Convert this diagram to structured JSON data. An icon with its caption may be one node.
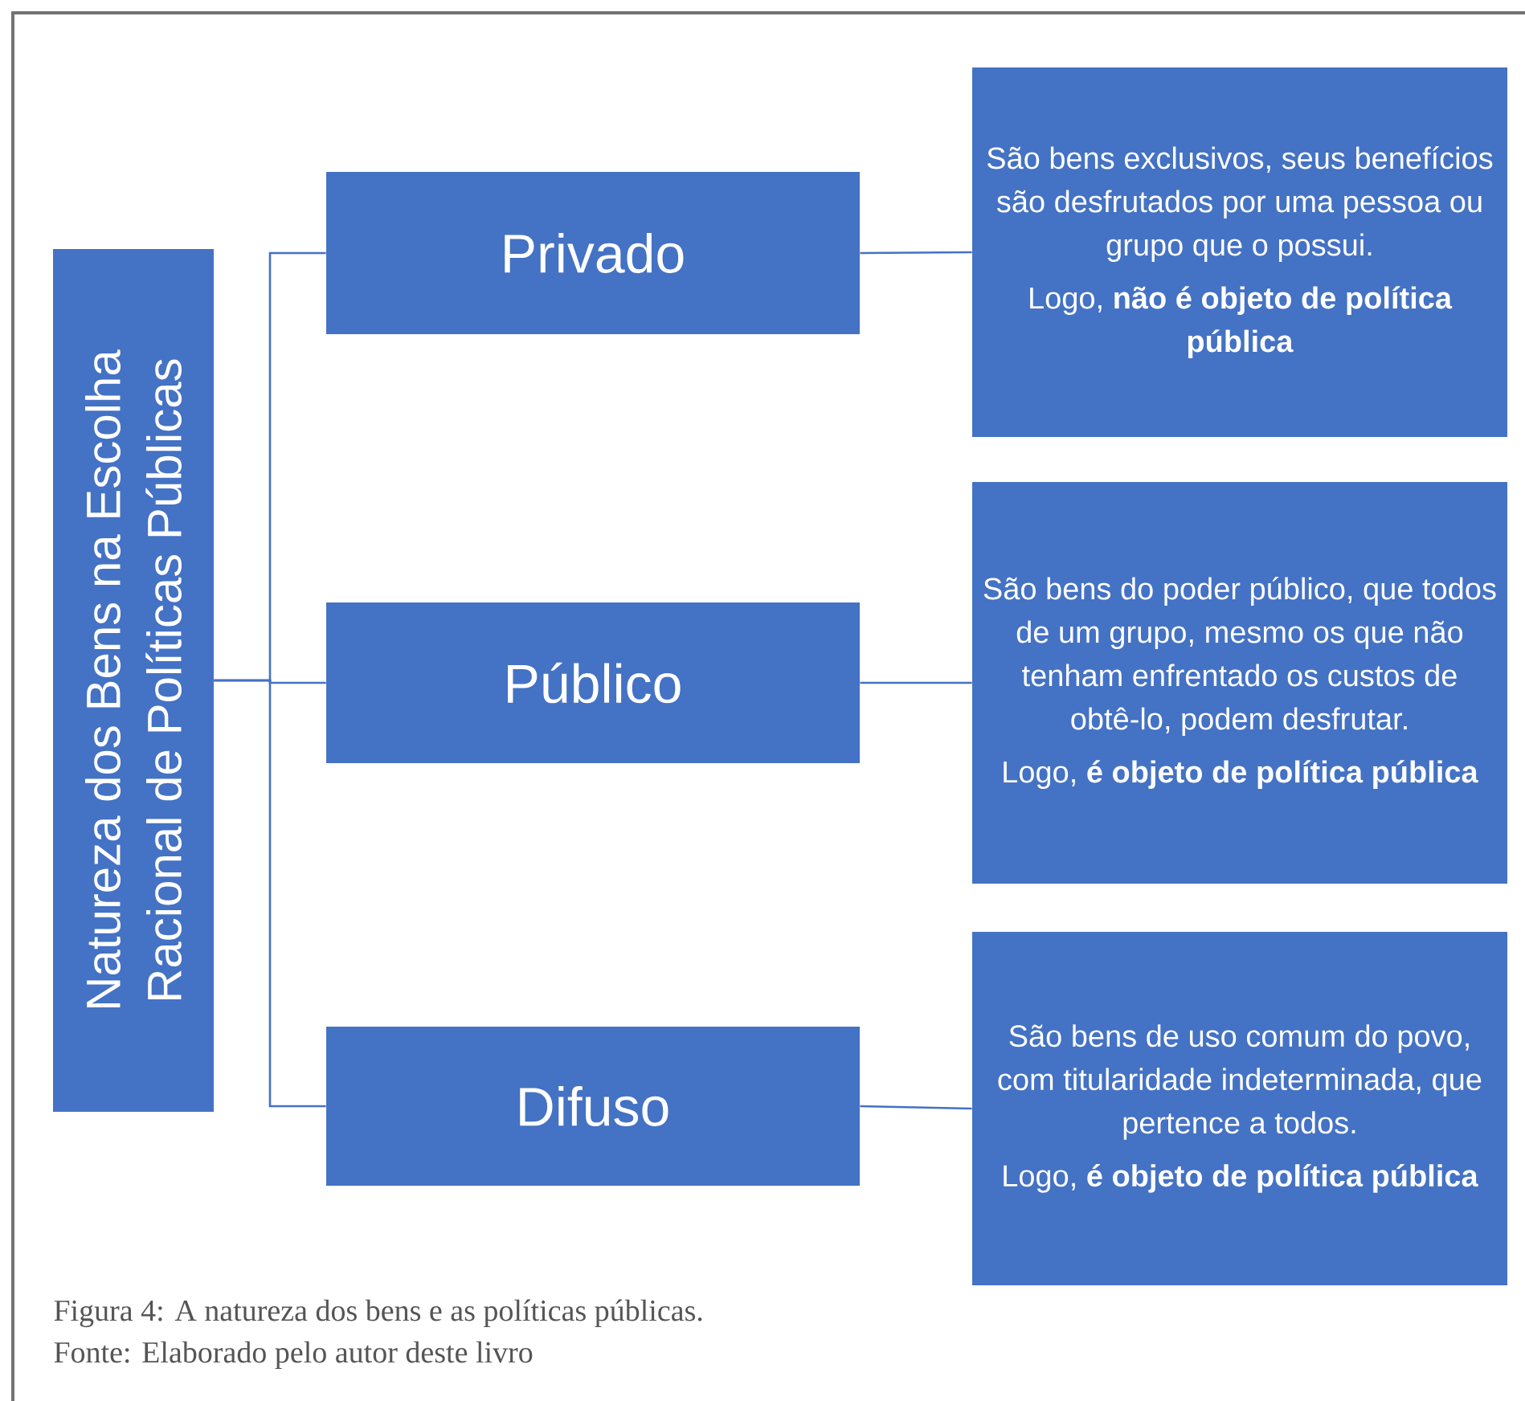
{
  "diagram": {
    "caption": "Figura 4: A natureza dos bens e as políticas públicas.",
    "nodes": [
      {
        "text": [
          "Natureza dos Bens na Escolha Racional de Políticas Públicas"
        ]
      },
      {
        "text": [
          "Privado"
        ]
      },
      {
        "text": [
          "Público"
        ]
      },
      {
        "text": [
          "Difuso"
        ]
      },
      {
        "text": [
          "São bens exclusivos, seus benefícios são desfrutados por uma pessoa ou grupo que o possui.",
          "Logo, **não é objeto de política pública**"
        ]
      },
      {
        "text": [
          "São bens do poder público, que todos de um grupo, mesmo os que não tenham enfrentado os custos de obtê-lo, podem desfrutar.",
          "Logo, **é objeto de política pública**"
        ]
      },
      {
        "text": [
          "São bens de uso comum do povo, com titularidade indeterminada, que pertence a todos.",
          "Logo, **é objeto de política pública**"
        ]
      }
    ],
    "edges": [
      {
        "from": 0,
        "to": 1,
        "arrow": "none"
      },
      {
        "from": 0,
        "to": 2,
        "arrow": "none"
      },
      {
        "from": 0,
        "to": 3,
        "arrow": "none"
      },
      {
        "from": 1,
        "to": 4,
        "arrow": "none"
      },
      {
        "from": 2,
        "to": 5,
        "arrow": "none"
      },
      {
        "from": 3,
        "to": 6,
        "arrow": "none"
      }
    ],
    "labels": [
      "Fonte: Elaborado pelo autor deste livro"
    ]
  }
}
